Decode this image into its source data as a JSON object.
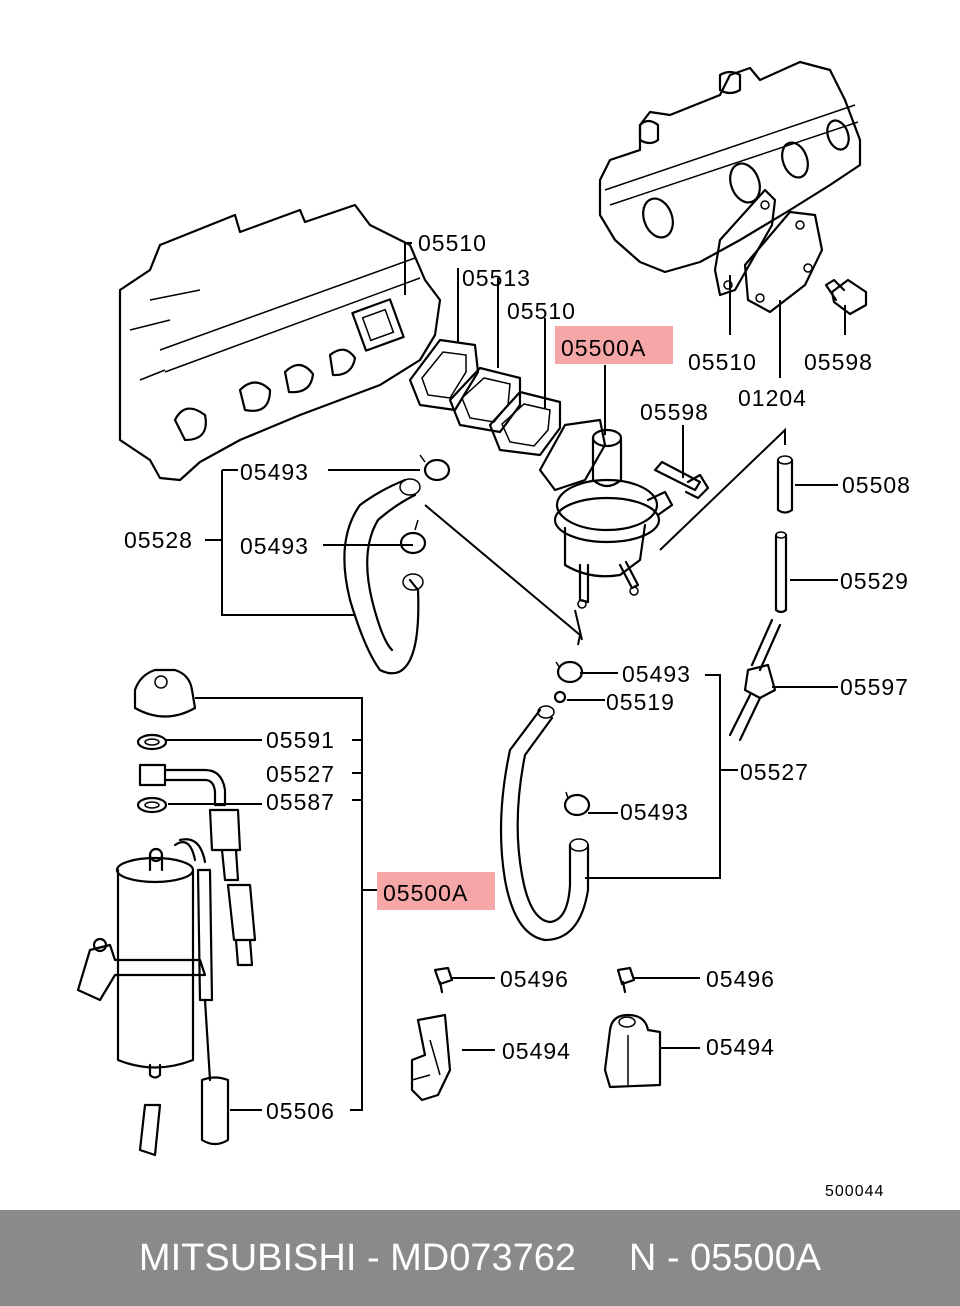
{
  "diagram": {
    "labels": {
      "l_05510_a": "05510",
      "l_05513": "05513",
      "l_05510_b": "05510",
      "l_05500A_top": "05500A",
      "l_05510_c": "05510",
      "l_05598_a": "05598",
      "l_01204": "01204",
      "l_05598_b": "05598",
      "l_05493_a": "05493",
      "l_05528": "05528",
      "l_05493_b": "05493",
      "l_05508": "05508",
      "l_05529": "05529",
      "l_05493_c": "05493",
      "l_05519": "05519",
      "l_05597": "05597",
      "l_05527_right": "05527",
      "l_05493_d": "05493",
      "l_05591": "05591",
      "l_05527_left": "05527",
      "l_05587": "05587",
      "l_05500A_bottom": "05500A",
      "l_05506": "05506",
      "l_05496_a": "05496",
      "l_05496_b": "05496",
      "l_05494_a": "05494",
      "l_05494_b": "05494"
    },
    "reference_number": "500044",
    "highlight_color": "#f5a6a6"
  },
  "footer": {
    "caption": "MITSUBISHI - MD073762     N - 05500A",
    "background": "#8a8a8a"
  }
}
